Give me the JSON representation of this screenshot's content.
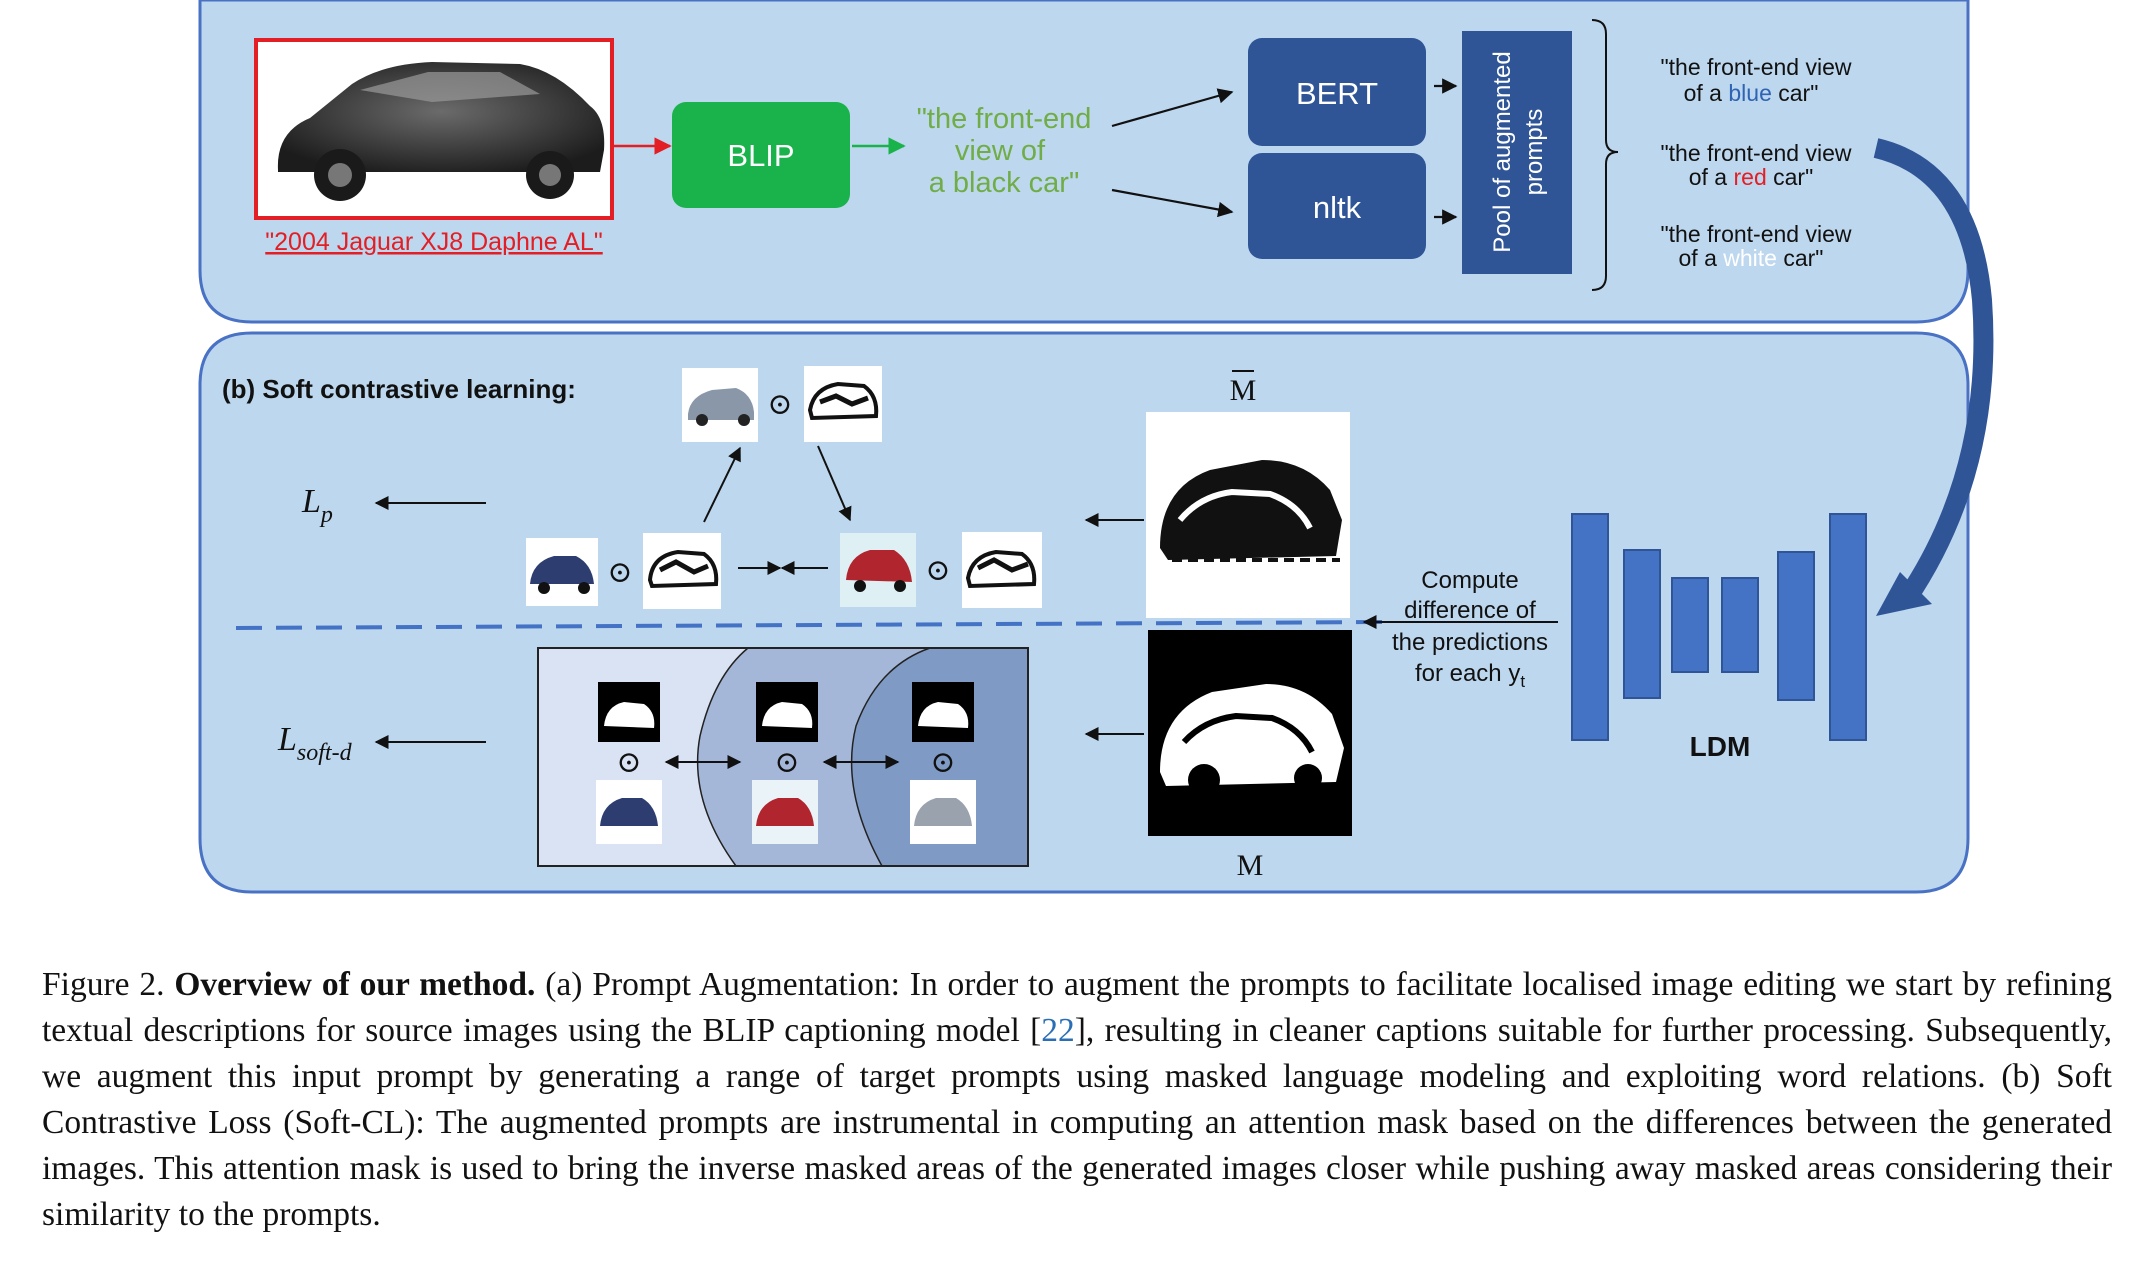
{
  "figure": {
    "section_b_title": "(b) Soft contrastive learning:",
    "source_caption": "\"2004 Jaguar XJ8 Daphne AL\"",
    "blip_label": "BLIP",
    "blip_output": [
      "\"the front-end",
      "view of",
      "a black car\""
    ],
    "bert_label": "BERT",
    "nltk_label": "nltk",
    "pool_label": [
      "Pool of augmented",
      "prompts"
    ],
    "aug_prompts": [
      {
        "line1": "\"the front-end view",
        "pre": "of a ",
        "word": "blue",
        "post": " car\"",
        "color": "#2f63b3"
      },
      {
        "line1": "\"the front-end view",
        "pre": "of a ",
        "word": "red",
        "post": " car\"",
        "color": "#e31e24"
      },
      {
        "line1": "\"the front-end view",
        "pre": "of a ",
        "word": "white",
        "post": " car\"",
        "color": "#ffffff"
      }
    ],
    "lp_main": "L",
    "lp_sub": "p",
    "lsoftd_main": "L",
    "lsoftd_sub": "soft-d",
    "compute_text": [
      "Compute",
      "difference of",
      "the predictions",
      "for each y"
    ],
    "compute_sub": "t",
    "ldm_label": "LDM",
    "mbar_label": "M",
    "m_label": "M",
    "odot": "⊙",
    "colors": {
      "panel_fill": "#bdd7ee",
      "panel_stroke": "#4a72c4",
      "blip_green": "#1ab34b",
      "dark_blue": "#2f5597",
      "ldm_blue": "#4472c4",
      "caption_green": "#70ad47",
      "source_red": "#e31e24"
    }
  },
  "caption": {
    "label": "Figure 2.",
    "bold": "Overview of our method.",
    "text_part1": " (a) Prompt Augmentation: In order to augment the prompts to facilitate localised image editing we start by refining textual descriptions for source images using the BLIP captioning model [",
    "cite": "22",
    "text_part2": "], resulting in cleaner captions suitable for further processing. Subsequently, we augment this input prompt by generating a range of target prompts using masked language modeling and exploiting word relations. (b) Soft Contrastive Loss (Soft-CL): The augmented prompts are instrumental in computing an attention mask based on the differences between the generated images. This attention mask is used to bring the inverse masked areas of the generated images closer while pushing away masked areas considering their similarity to the prompts."
  }
}
